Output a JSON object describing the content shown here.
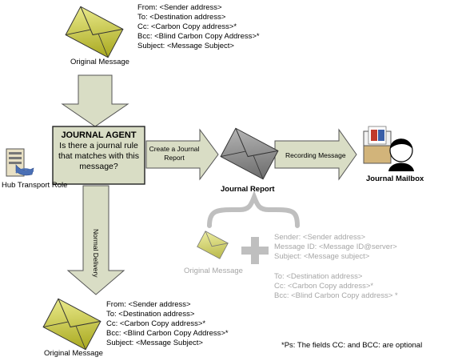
{
  "top_message": {
    "caption": "Original Message",
    "lines": [
      "From: <Sender address>",
      "To: <Destination address>",
      "Cc: <Carbon Copy address>*",
      "Bcc: <Blind Carbon Copy Address>*",
      "Subject: <Message Subject>"
    ]
  },
  "journal_agent": {
    "title": "JOURNAL AGENT",
    "question": "Is there a journal rule that matches with this message?"
  },
  "hub_transport": {
    "label": "Hub Transport Role"
  },
  "arrows": {
    "create_report": "Create a Journal Report",
    "recording": "Recording Message",
    "normal_delivery": "Normal Delivery"
  },
  "journal_report": {
    "label": "Journal Report"
  },
  "journal_mailbox": {
    "label": "Journal Mailbox"
  },
  "report_contents": {
    "original_caption": "Original Message",
    "lines_a": [
      "Sender: <Sender address>",
      "Message ID: <Message ID@server>",
      "Subject: <Message subject>"
    ],
    "lines_b": [
      "To: <Destination address>",
      "Cc: <Carbon Copy address>*",
      "Bcc: <Blind Carbon Copy address> *"
    ]
  },
  "bottom_message": {
    "caption": "Original Message",
    "lines": [
      "From: <Sender address>",
      "To: <Destination address>",
      "Cc: <Carbon Copy address>*",
      "Bcc: <Blind Carbon Copy Address>*",
      "Subject: <Message Subject>"
    ]
  },
  "footnote": "*Ps: The fields CC: and BCC: are optional",
  "colors": {
    "arrow_fill": "#d9ddc5",
    "envelope_yellow": "#c8c832",
    "envelope_gray": "#8c8c8c",
    "faded_text": "#a6a6a6"
  }
}
